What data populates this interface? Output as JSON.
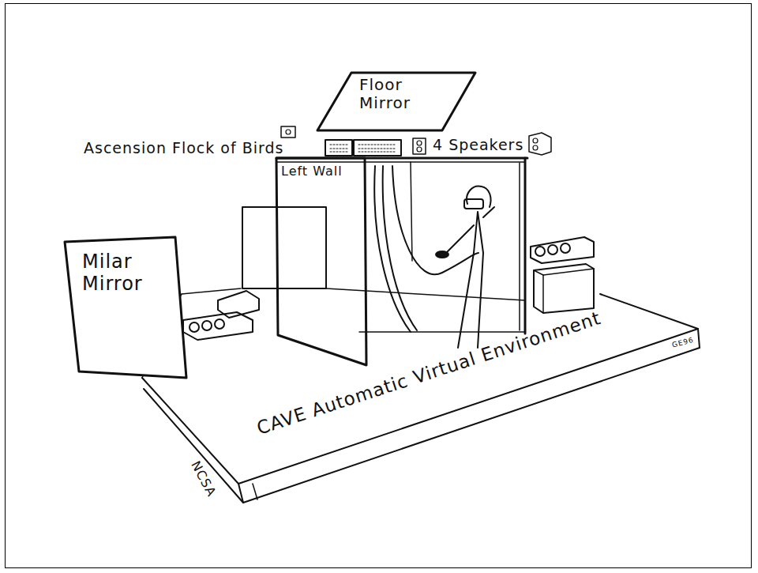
{
  "diagram": {
    "nodes": [
      {
        "text": [
          "Floor Mirror"
        ]
      },
      {
        "text": [
          "Left Wall"
        ]
      },
      {
        "text": [
          "Milar Mirror"
        ]
      }
    ],
    "labels": [
      "Ascension Flock of Birds",
      "4 Speakers",
      "CAVE Automatic Virtual Environment",
      "NCSA",
      "GE96"
    ]
  }
}
